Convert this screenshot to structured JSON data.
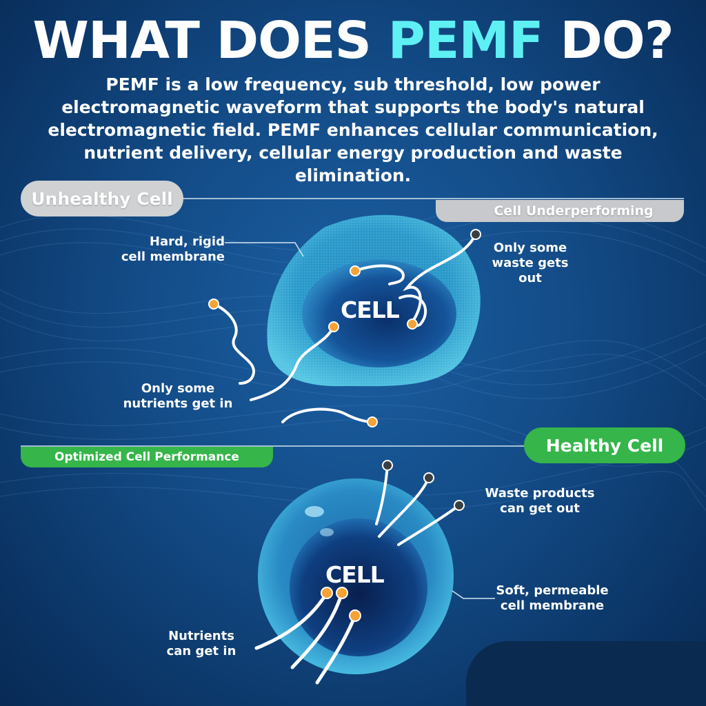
{
  "title": {
    "part1": "WHAT DOES ",
    "accent": "PEMF",
    "part2": " DO?"
  },
  "intro": "PEMF is a low frequency, sub threshold, low power electromagnetic waveform that supports the body's natural electromagnetic field.  PEMF enhances cellular communication, nutrient delivery, cellular energy production and waste elimination.",
  "unhealthy": {
    "heading": "Unhealthy Cell",
    "subheading": "Cell Underperforming",
    "cell_label": "CELL",
    "membrane_label": [
      "Hard, rigid",
      "cell membrane"
    ],
    "waste_label": [
      "Only some",
      "waste gets out"
    ],
    "nutrients_label": [
      "Only some",
      "nutrients get in"
    ]
  },
  "healthy": {
    "heading": "Healthy Cell",
    "subheading": "Optimized Cell Performance",
    "cell_label": "CELL",
    "waste_label": [
      "Waste products",
      "can get out"
    ],
    "membrane_label": [
      "Soft, permeable",
      "cell membrane"
    ],
    "nutrients_label": [
      "Nutrients",
      "can get in"
    ]
  },
  "colors": {
    "accent": "#5ff0f4",
    "healthy_green": "#35b54a",
    "unhealthy_grey": "#cfd1d3",
    "nutrient_orange": "#f7a234",
    "waste_grey": "#3a3f44"
  }
}
